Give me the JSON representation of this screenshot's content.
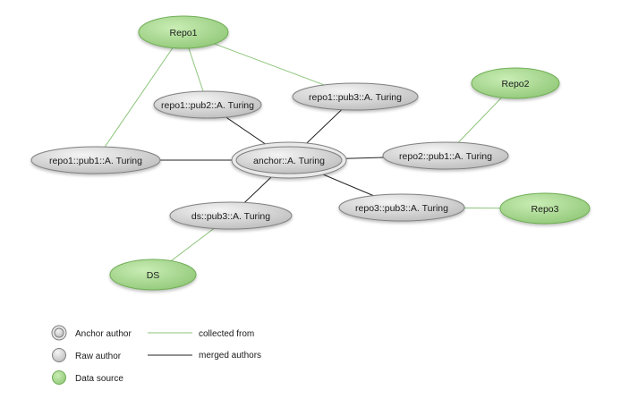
{
  "nodes": {
    "repo1": {
      "label": "Repo1",
      "kind": "source"
    },
    "repo2": {
      "label": "Repo2",
      "kind": "source"
    },
    "repo3": {
      "label": "Repo3",
      "kind": "source"
    },
    "ds": {
      "label": "DS",
      "kind": "source"
    },
    "anchor": {
      "label": "anchor::A. Turing",
      "kind": "anchor"
    },
    "repo1_pub1": {
      "label": "repo1::pub1::A. Turing",
      "kind": "raw"
    },
    "repo1_pub2": {
      "label": "repo1::pub2::A. Turing",
      "kind": "raw"
    },
    "repo1_pub3": {
      "label": "repo1::pub3::A. Turing",
      "kind": "raw"
    },
    "repo2_pub1": {
      "label": "repo2::pub1::A. Turing",
      "kind": "raw"
    },
    "repo3_pub3": {
      "label": "repo3::pub3::A. Turing",
      "kind": "raw"
    },
    "ds_pub3": {
      "label": "ds::pub3::A. Turing",
      "kind": "raw"
    }
  },
  "edges": [
    {
      "from": "repo1",
      "to": "repo1_pub1",
      "type": "collected"
    },
    {
      "from": "repo1",
      "to": "repo1_pub2",
      "type": "collected"
    },
    {
      "from": "repo1",
      "to": "repo1_pub3",
      "type": "collected"
    },
    {
      "from": "repo2",
      "to": "repo2_pub1",
      "type": "collected"
    },
    {
      "from": "repo3",
      "to": "repo3_pub3",
      "type": "collected"
    },
    {
      "from": "ds",
      "to": "ds_pub3",
      "type": "collected"
    },
    {
      "from": "anchor",
      "to": "repo1_pub1",
      "type": "merged"
    },
    {
      "from": "anchor",
      "to": "repo1_pub2",
      "type": "merged"
    },
    {
      "from": "anchor",
      "to": "repo1_pub3",
      "type": "merged"
    },
    {
      "from": "anchor",
      "to": "repo2_pub1",
      "type": "merged"
    },
    {
      "from": "anchor",
      "to": "repo3_pub3",
      "type": "merged"
    },
    {
      "from": "anchor",
      "to": "ds_pub3",
      "type": "merged"
    }
  ],
  "legend": {
    "anchor_author": "Anchor author",
    "raw_author": "Raw author",
    "data_source": "Data source",
    "collected_from": "collected from",
    "merged_authors": "merged authors"
  },
  "colors": {
    "source_fill": "#a9d891",
    "source_stroke": "#6fae55",
    "raw_fill": "#d8d8d8",
    "raw_stroke": "#808080",
    "collected_edge": "#8cc47a",
    "merged_edge": "#222222"
  }
}
